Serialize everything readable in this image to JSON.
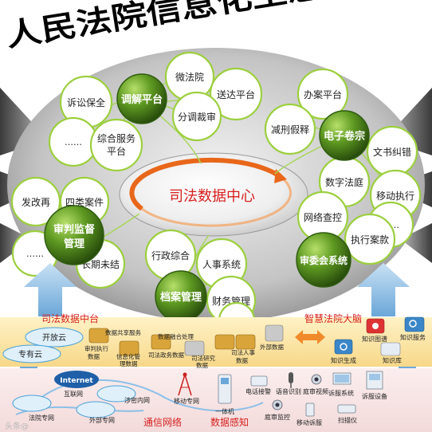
{
  "title": "人民法院信息化生态 体系",
  "center": "司法数据中心",
  "hubs": {
    "mediation": "调解平台",
    "e_file": "电子卷宗",
    "supervision": [
      "审判监督",
      "管理"
    ],
    "committee": "审委会系统",
    "archives": "档案管理"
  },
  "bubbles": {
    "micro_court": "微法院",
    "delivery": "送达平台",
    "split": "分调裁审",
    "preservation": "诉讼保全",
    "ellipsis_left": "……",
    "integrated_service": [
      "综合服务",
      "平台"
    ],
    "case_handling": "办案平台",
    "commutation": "减刑假释",
    "doc_correction": "文书纠错",
    "digital_court": "数字法庭",
    "mobile_enforcement": "移动执行",
    "network_inquiry": "网络查控",
    "ellipsis_right": "……",
    "enforcement_funds": "执行案款",
    "retrial": "发改再",
    "four_types": "四类案件",
    "long_pending": "长期未结",
    "ellipsis_sup": "……",
    "admin": "行政综合",
    "hr": "人事系统",
    "finance": "财务管理",
    "ellipsis_arch": "……"
  },
  "middle": {
    "data_platform": "司法数据中台",
    "smart_brain": "智慧法院大脑",
    "open_cloud": "开放云",
    "private_cloud": "专有云",
    "data_sharing": "数据共享服务",
    "data_fusion": "数据融合处理",
    "trial_enforcement": [
      "审判执行",
      "数据"
    ],
    "informatization": [
      "信息化管",
      "理数据"
    ],
    "judicial_admin": "司法政务数据",
    "judicial_research": [
      "司法研究",
      "数据"
    ],
    "judicial_hr": [
      "司法人事",
      "数据"
    ],
    "external": "外部数据",
    "knowledge_graph": "知识图谱",
    "knowledge_service": "知识服务",
    "knowledge_gen": "知识生成",
    "knowledge_base": "知识库"
  },
  "bottom": {
    "internet": "Internet",
    "internet_cn": "互联网",
    "court_net": "法院专网",
    "classified": "涉密内网",
    "external_net": "外部专网",
    "mobile_net": "移动专网",
    "kiosk": "一体机",
    "phone": "电话接警",
    "speech": "语音识别",
    "court_video": "庭审视频",
    "litigation_service": "诉服系统",
    "litigation_device": "诉服设备",
    "trial_monitor": "庭审监控",
    "mobile_litigation": "移动诉服",
    "scanner": "扫描仪",
    "comm_network": "通信网络",
    "data_sensing": "数据感知",
    "watermark": "头条@"
  },
  "colors": {
    "accent_red": "#d71f1f",
    "hub_green": "#3d6e16",
    "bubble_stroke": "#9ccf3e",
    "center_orange": "#e8671a"
  }
}
